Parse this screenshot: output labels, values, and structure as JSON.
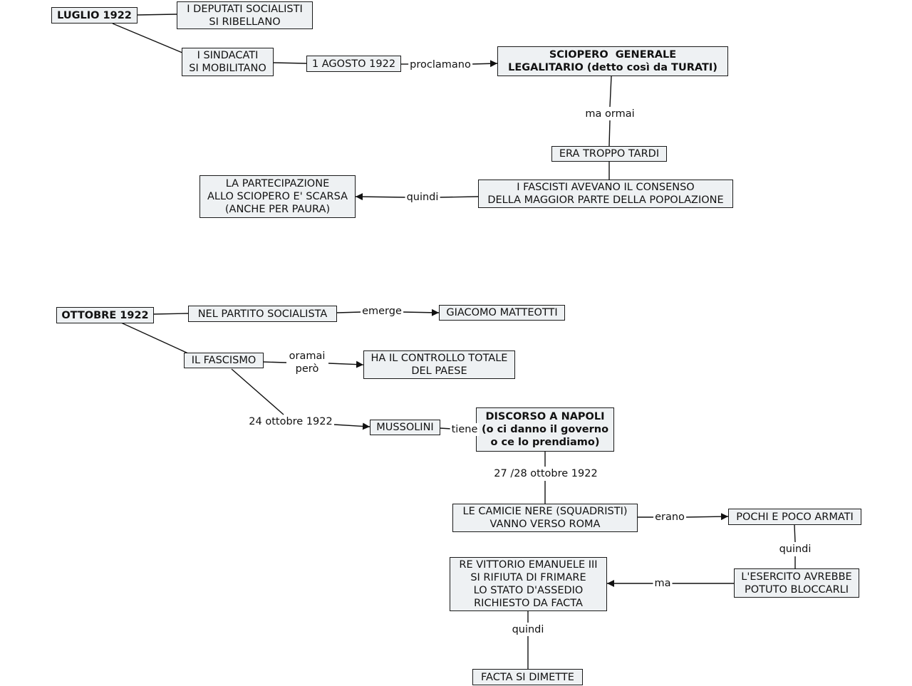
{
  "nodes": {
    "luglio": "LUGLIO 1922",
    "deputati": "I DEPUTATI SOCIALISTI\nSI RIBELLANO",
    "sindacati": "I SINDACATI\nSI MOBILITANO",
    "agosto": "1 AGOSTO 1922",
    "sciopero": "SCIOPERO  GENERALE\nLEGALITARIO (detto così da TURATI)",
    "tardi": "ERA TROPPO TARDI",
    "fascisti_consenso": "I FASCISTI AVEVANO IL CONSENSO\nDELLA MAGGIOR PARTE DELLA POPOLAZIONE",
    "partecipazione": "LA PARTECIPAZIONE\nALLO SCIOPERO E' SCARSA\n(ANCHE PER PAURA)",
    "ottobre": "OTTOBRE 1922",
    "partito": "NEL PARTITO SOCIALISTA",
    "matteotti": "GIACOMO MATTEOTTI",
    "fascismo": "IL FASCISMO",
    "controllo": "HA IL CONTROLLO TOTALE\nDEL PAESE",
    "mussolini": "MUSSOLINI",
    "discorso": "DISCORSO A NAPOLI\n(o ci danno il governo\no ce lo prendiamo)",
    "camicie": "LE CAMICIE NERE (SQUADRISTI)\nVANNO VERSO ROMA",
    "pochi": "POCHI E POCO ARMATI",
    "esercito": "L'ESERCITO AVREBBE\nPOTUTO BLOCCARLI",
    "re": "RE VITTORIO EMANUELE III\nSI RIFIUTA DI FRIMARE\nLO STATO D'ASSEDIO\nRICHIESTO DA FACTA",
    "facta": "FACTA SI DIMETTE"
  },
  "labels": {
    "proclamano": "proclamano",
    "ma_ormai": "ma ormai",
    "quindi_1": "quindi",
    "emerge": "emerge",
    "oramai_pero": "oramai\nperò",
    "data_24": "24 ottobre 1922",
    "tiene": "tiene",
    "data_27": "27 /28 ottobre 1922",
    "erano": "erano",
    "quindi_2": "quindi",
    "ma": "ma",
    "quindi_3": "quindi"
  }
}
